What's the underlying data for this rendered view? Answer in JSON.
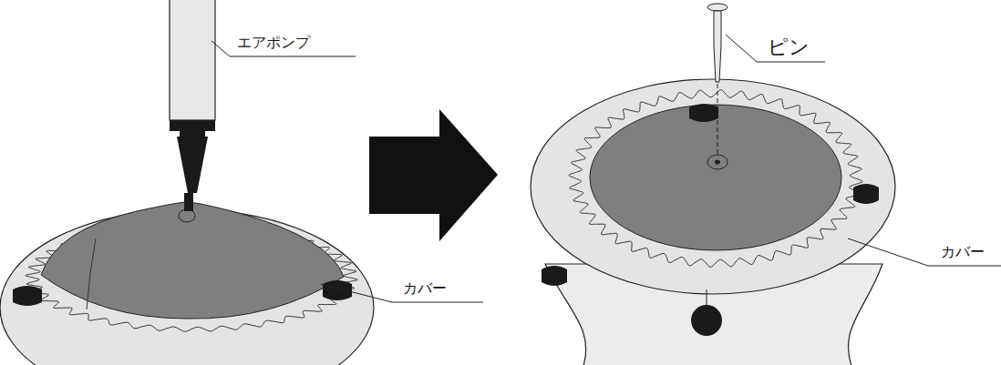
{
  "diagram": {
    "labels": [
      "エアポンプ",
      "カバー",
      "ピン",
      "カバー"
    ]
  }
}
